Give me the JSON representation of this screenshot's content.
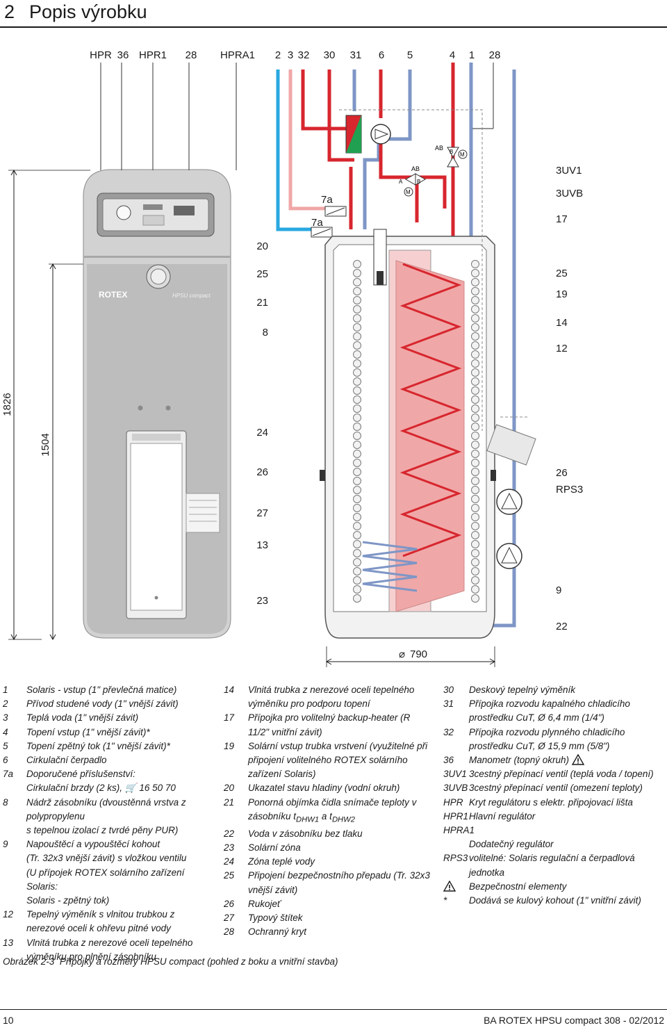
{
  "header": {
    "number": "2",
    "title": "Popis výrobku"
  },
  "figure": {
    "top_labels": [
      "HPR",
      "36",
      "HPR1",
      "28",
      "HPRA1",
      "2",
      "3",
      "32",
      "30",
      "31",
      "6",
      "5",
      "4",
      "1",
      "28"
    ],
    "left_labels": [
      "20",
      "25",
      "21",
      "8",
      "24",
      "26",
      "27",
      "13",
      "23"
    ],
    "right_labels": [
      "3UV1",
      "3UVB",
      "17",
      "25",
      "19",
      "14",
      "12",
      "26",
      "RPS3",
      "9",
      "22"
    ],
    "labels_7a": [
      "7a",
      "7a"
    ],
    "valve_letters": {
      "ab1": "AB",
      "ab2": "AB",
      "a": "A",
      "b1": "B",
      "b2": "B",
      "m1": "M",
      "m2": "M"
    },
    "dim_1826": "1826",
    "dim_1504": "1504",
    "dim_790": "790",
    "dim_790_symbol": "⌀",
    "brand": "ROTEX",
    "product_badge": "HPSU compact",
    "colors": {
      "hot": "#d7262e",
      "cold": "#2aa8e0",
      "warm_pink": "#f0a7a7",
      "return_blue": "#7e96c6",
      "panel_grey": "#c9c9c9",
      "dark_grey": "#6b6b6b"
    }
  },
  "legend": {
    "col1": [
      {
        "n": "1",
        "t": "Solaris - vstup (1\" převlečná matice)"
      },
      {
        "n": "2",
        "t": "Přívod studené vody (1\" vnější závit)"
      },
      {
        "n": "3",
        "t": "Teplá voda (1\" vnější závit)"
      },
      {
        "n": "4",
        "t": "Topení vstup (1\" vnější závit)*"
      },
      {
        "n": "5",
        "t": "Topení zpětný tok (1\" vnější závit)*"
      },
      {
        "n": "6",
        "t": "Cirkulační čerpadlo"
      },
      {
        "n": "7a",
        "t": "Doporučené příslušenství:"
      },
      {
        "n": "",
        "t": "Cirkulační brzdy (2 ks),"
      },
      {
        "n": "8",
        "t": "Nádrž zásobníku (dvoustěnná vrstva z polypropylenu"
      },
      {
        "n": "",
        "t": "s tepelnou izolací z tvrdé pěny PUR)"
      },
      {
        "n": "9",
        "t": "Napouštěcí a vypouštěcí kohout"
      },
      {
        "n": "",
        "t": "(Tr. 32x3 vnější závit) s vložkou ventilu"
      },
      {
        "n": "",
        "t": "(U přípojek ROTEX solárního zařízení Solaris:"
      },
      {
        "n": "",
        "t": "Solaris - zpětný tok)"
      },
      {
        "n": "12",
        "t": "Tepelný výměník s vlnitou trubkou z nerezové oceli k ohřevu pitné vody"
      },
      {
        "n": "13",
        "t": "Vlnitá trubka z nerezové oceli tepelného výměníku pro plnění zásobníku"
      }
    ],
    "cart_numbers": "16 50 70",
    "col2": [
      {
        "n": "14",
        "t": "Vlnitá trubka z nerezové oceli tepelného výměníku pro podporu topení"
      },
      {
        "n": "17",
        "t": "Přípojka pro volitelný backup-heater (R 11/2\" vnitřní závit)"
      },
      {
        "n": "19",
        "t": "Solární vstup trubka vrstvení (využitelné při připojení volitelného ROTEX solárního zařízení Solaris)"
      },
      {
        "n": "20",
        "t": "Ukazatel stavu hladiny (vodní okruh)"
      },
      {
        "n": "21",
        "t": "Ponorná objímka čidla snímače teploty v zásobníku t"
      },
      {
        "n": "22",
        "t": "Voda v zásobníku bez tlaku"
      },
      {
        "n": "23",
        "t": "Solární zóna"
      },
      {
        "n": "24",
        "t": "Zóna teplé vody"
      },
      {
        "n": "25",
        "t": "Připojení bezpečnostního přepadu (Tr. 32x3 vnější závit)"
      },
      {
        "n": "26",
        "t": "Rukojeť"
      },
      {
        "n": "27",
        "t": "Typový štítek"
      },
      {
        "n": "28",
        "t": "Ochranný kryt"
      }
    ],
    "sub_dhw1": "DHW1",
    "sub_dhw2": "DHW2",
    "and_t": " a t",
    "col3": [
      {
        "n": "30",
        "t": "Deskový tepelný výměník"
      },
      {
        "n": "31",
        "t": "Přípojka rozvodu kapalného chladicího prostředku CuT, Ø 6,4 mm (1/4\")"
      },
      {
        "n": "32",
        "t": "Přípojka rozvodu plynného chladicího prostředku CuT, Ø 15,9 mm (5/8\")"
      },
      {
        "n": "36",
        "t": "Manometr (topný okruh)"
      },
      {
        "n": "3UV1",
        "t": "3cestný přepínací ventil (teplá voda / topení)"
      },
      {
        "n": "3UVB",
        "t": "3cestný přepínací ventil (omezení teploty)"
      },
      {
        "n": "HPR",
        "t": "Kryt regulátoru s elektr. připojovací lišta"
      },
      {
        "n": "HPR1",
        "t": "Hlavní regulátor"
      },
      {
        "n": "HPRA1",
        "t": ""
      },
      {
        "n": "",
        "t": "Dodatečný regulátor"
      },
      {
        "n": "RPS3",
        "t": "volitelné: Solaris regulační a čerpadlová jednotka"
      },
      {
        "n": "warn",
        "t": "Bezpečnostní elementy"
      },
      {
        "n": "*",
        "t": "Dodává se kulový kohout (1\" vnitřní závit)"
      }
    ]
  },
  "caption": {
    "label": "Obrázek 2-3",
    "text": "Přípojky a rozměry HPSU compact (pohled z boku a vnitřní stavba)"
  },
  "footer": {
    "page": "10",
    "doc": "BA ROTEX HPSU compact 308 - 02/2012"
  }
}
